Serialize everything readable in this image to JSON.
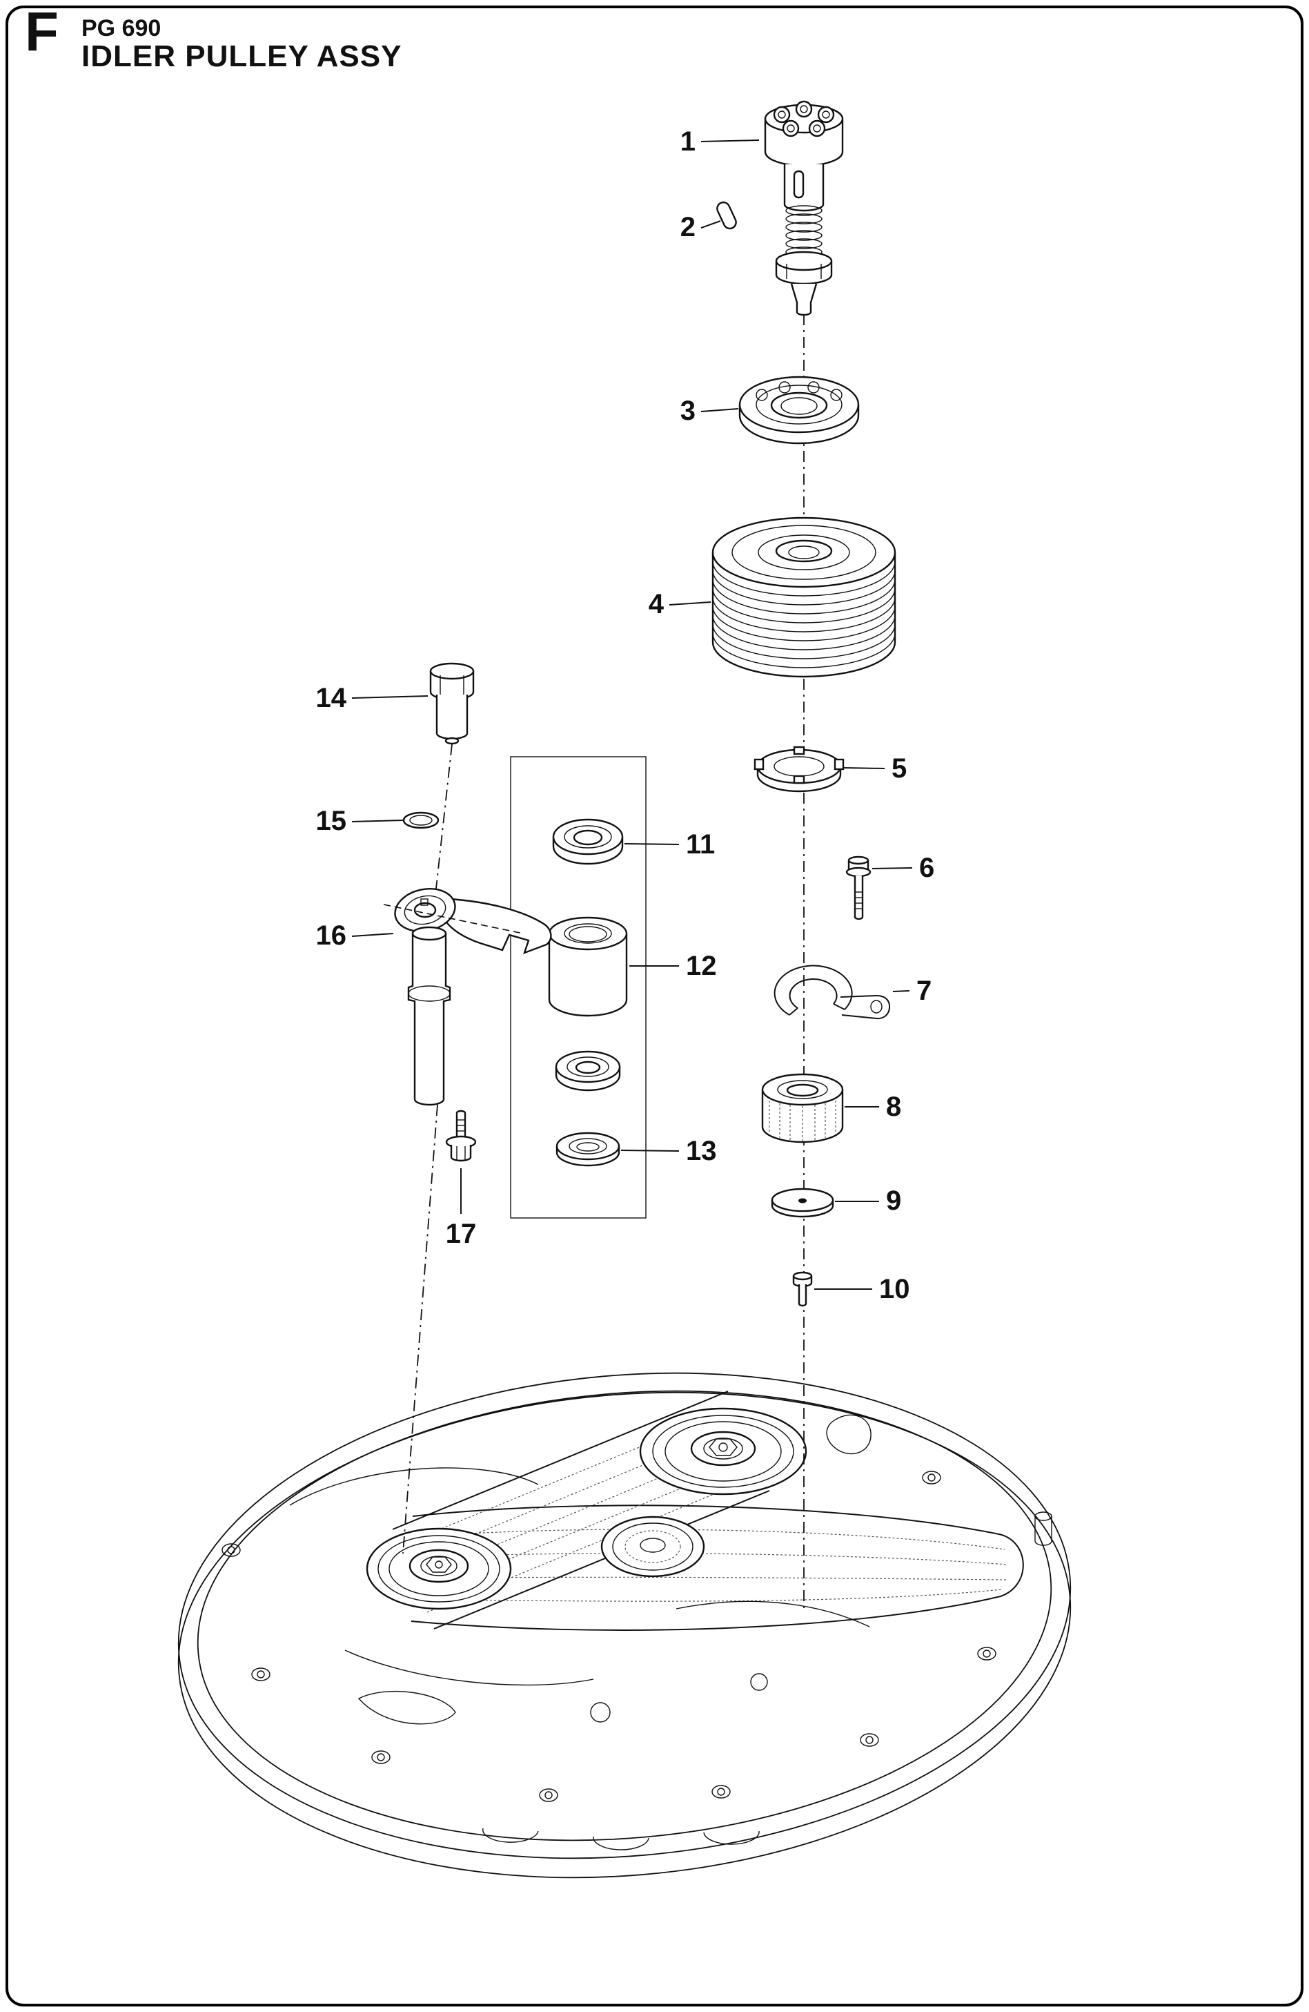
{
  "header": {
    "section_letter": "F",
    "model": "PG 690",
    "title": "IDLER PULLEY ASSY"
  },
  "part_labels": [
    "1",
    "2",
    "3",
    "4",
    "5",
    "6",
    "7",
    "8",
    "9",
    "10",
    "11",
    "12",
    "13",
    "14",
    "15",
    "16",
    "17"
  ],
  "colors": {
    "ink": "#111111",
    "paper": "#ffffff"
  }
}
